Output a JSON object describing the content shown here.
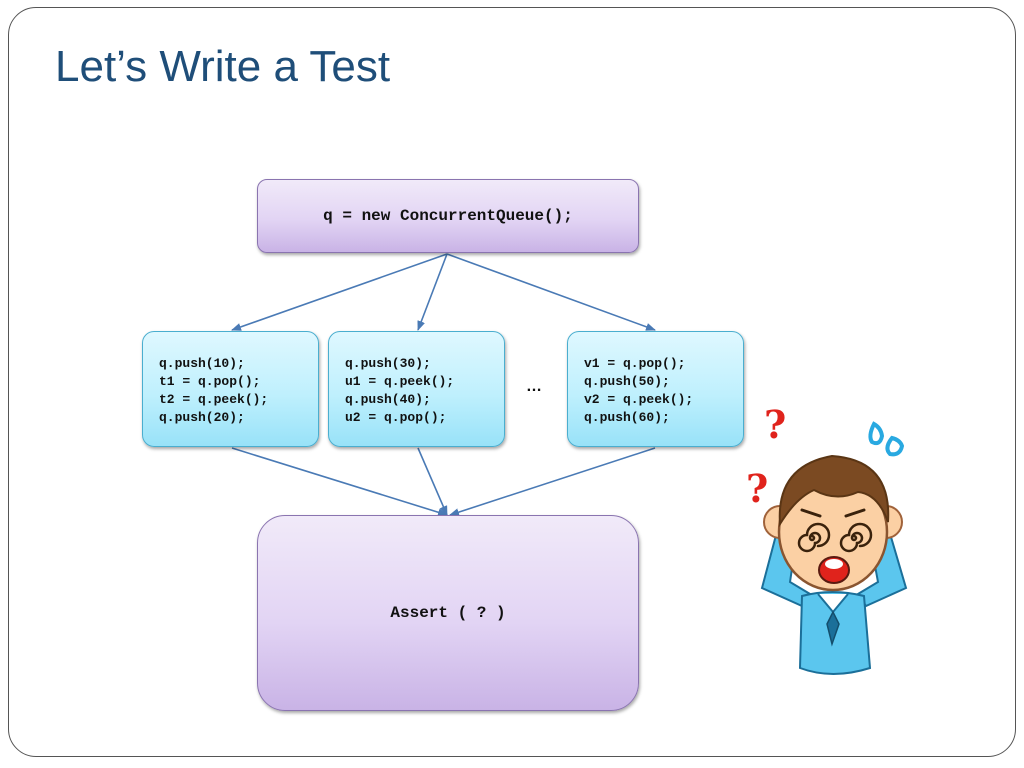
{
  "slide": {
    "title": "Let’s Write a Test"
  },
  "diagram": {
    "init": "q = new ConcurrentQueue();",
    "threads": [
      "q.push(10);\nt1 = q.pop();\nt2 = q.peek();\nq.push(20);",
      "q.push(30);\nu1 = q.peek();\nq.push(40);\nu2 = q.pop();",
      "v1 = q.pop();\nq.push(50);\nv2 = q.peek();\nq.push(60);"
    ],
    "ellipsis": "…",
    "assert": "Assert ( ? )"
  },
  "illustration": {
    "icon": "confused-person-icon",
    "marks": [
      "?",
      "?"
    ]
  },
  "colors": {
    "title": "#1f4e79",
    "arrow": "#4a7ab5",
    "purple_box": "#e2d4f4",
    "cyan_box": "#bff0fd",
    "question_mark": "#e0231c",
    "sweat": "#29a9e1"
  }
}
